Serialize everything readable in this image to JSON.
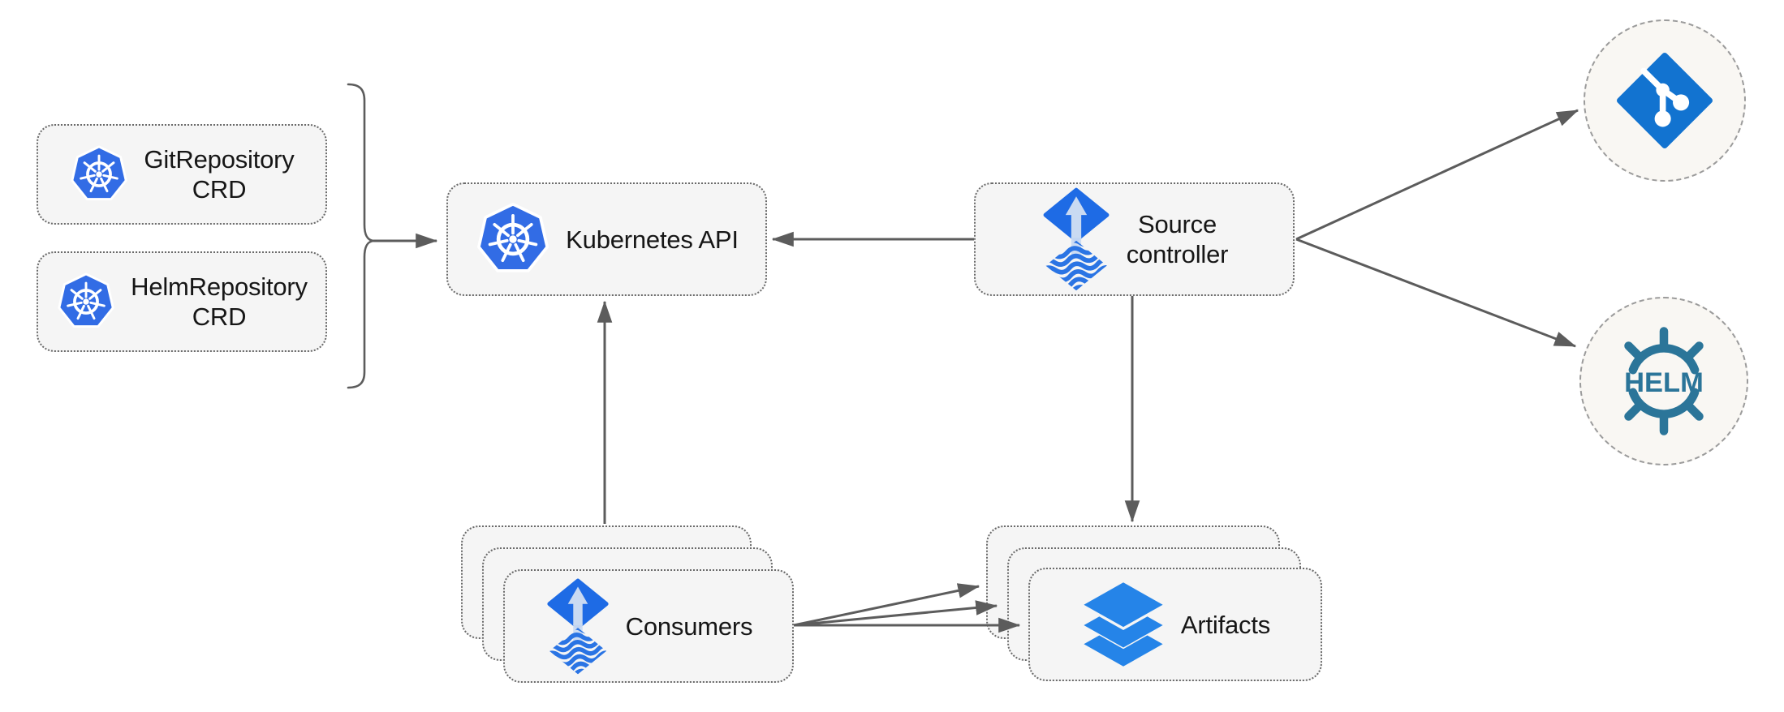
{
  "nodes": {
    "git_repository_crd": {
      "line1": "GitRepository",
      "line2": "CRD",
      "icon": "kubernetes"
    },
    "helm_repository_crd": {
      "line1": "HelmRepository",
      "line2": "CRD",
      "icon": "kubernetes"
    },
    "kubernetes_api": {
      "label": "Kubernetes API",
      "icon": "kubernetes"
    },
    "source_controller": {
      "line1": "Source",
      "line2": "controller",
      "icon": "flux"
    },
    "consumers": {
      "label": "Consumers",
      "icon": "flux",
      "stack_count": 3
    },
    "artifacts": {
      "label": "Artifacts",
      "icon": "layers",
      "stack_count": 3
    },
    "git_source": {
      "icon": "git"
    },
    "helm_source": {
      "icon": "helm",
      "label": "HELM"
    }
  },
  "edges": [
    {
      "from": "crd-group-bracket",
      "to": "kubernetes_api",
      "arrow": true
    },
    {
      "from": "source_controller",
      "to": "kubernetes_api",
      "arrow": true
    },
    {
      "from": "consumers",
      "to": "kubernetes_api",
      "arrow": true
    },
    {
      "from": "source_controller",
      "to": "artifacts",
      "arrow": true
    },
    {
      "from": "source_controller",
      "to": "git_source",
      "arrow": true
    },
    {
      "from": "source_controller",
      "to": "helm_source",
      "arrow": true
    },
    {
      "from": "consumers",
      "to": "artifacts",
      "arrow": true,
      "count": 3
    }
  ],
  "colors": {
    "kubernetes_blue": "#326CE5",
    "flux_blue": "#1E6BE5",
    "flux_arrow_light": "#C9DAF2",
    "flux_wave_blue": "#2A74E4",
    "git_blue": "#1273D0",
    "helm_teal": "#2B7599",
    "layers_blue": "#2584E8",
    "edge_gray": "#5C5C5C",
    "node_fill": "#F5F5F5",
    "node_border_dotted": "#6A6A6A",
    "circle_fill": "#F9F7F3",
    "circle_border_dashed": "#9B9B9B",
    "text": "#161616"
  }
}
